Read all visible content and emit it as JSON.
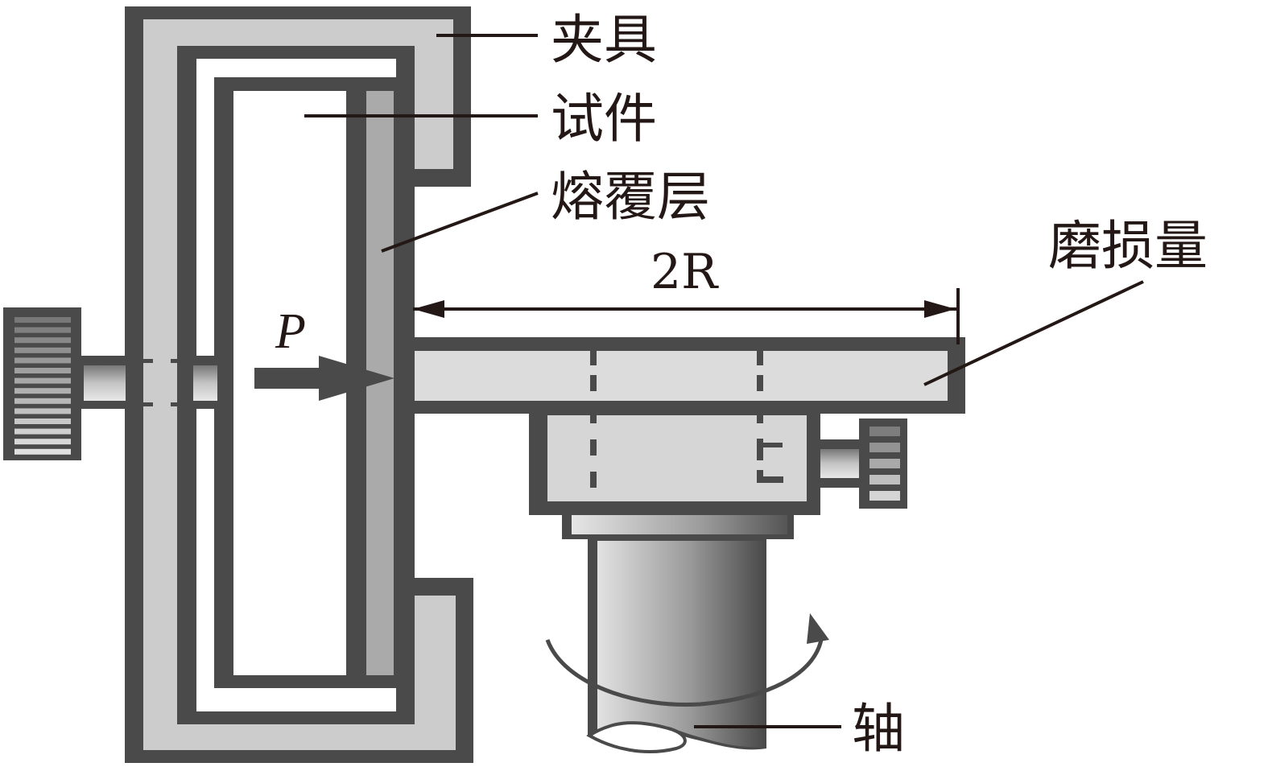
{
  "diagram": {
    "type": "schematic",
    "subject": "wear test setup",
    "labels": {
      "fixture": "夹具",
      "specimen": "试件",
      "cladding_layer": "熔覆层",
      "wear_amount": "磨损量",
      "shaft": "轴",
      "load": "P",
      "diameter": "2R"
    },
    "colors": {
      "outline": "#4a4a4a",
      "fixture_fill": "#cccccc",
      "cladding_fill": "#aaaaaa",
      "disc_fill": "#dcdcdc",
      "leader_line": "#231815",
      "background": "#ffffff"
    }
  }
}
